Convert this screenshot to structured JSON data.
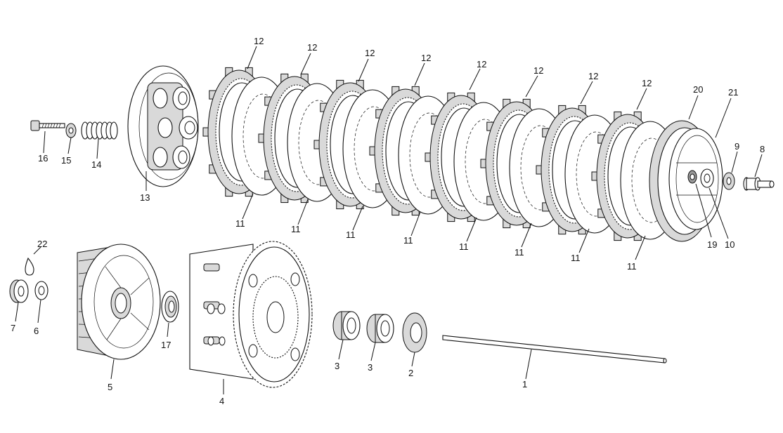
{
  "diagram": {
    "callouts": [
      {
        "id": "c16",
        "text": "16"
      },
      {
        "id": "c15",
        "text": "15"
      },
      {
        "id": "c14",
        "text": "14"
      },
      {
        "id": "c13",
        "text": "13"
      },
      {
        "id": "c12a",
        "text": "12"
      },
      {
        "id": "c12b",
        "text": "12"
      },
      {
        "id": "c12c",
        "text": "12"
      },
      {
        "id": "c12d",
        "text": "12"
      },
      {
        "id": "c12e",
        "text": "12"
      },
      {
        "id": "c12f",
        "text": "12"
      },
      {
        "id": "c12g",
        "text": "12"
      },
      {
        "id": "c12h",
        "text": "12"
      },
      {
        "id": "c11a",
        "text": "11"
      },
      {
        "id": "c11b",
        "text": "11"
      },
      {
        "id": "c11c",
        "text": "11"
      },
      {
        "id": "c11d",
        "text": "11"
      },
      {
        "id": "c11e",
        "text": "11"
      },
      {
        "id": "c11f",
        "text": "11"
      },
      {
        "id": "c11g",
        "text": "11"
      },
      {
        "id": "c11h",
        "text": "11"
      },
      {
        "id": "c20",
        "text": "20"
      },
      {
        "id": "c21",
        "text": "21"
      },
      {
        "id": "c9",
        "text": "9"
      },
      {
        "id": "c8",
        "text": "8"
      },
      {
        "id": "c19",
        "text": "19"
      },
      {
        "id": "c10",
        "text": "10"
      },
      {
        "id": "c22",
        "text": "22"
      },
      {
        "id": "c7",
        "text": "7"
      },
      {
        "id": "c6",
        "text": "6"
      },
      {
        "id": "c5",
        "text": "5"
      },
      {
        "id": "c17",
        "text": "17"
      },
      {
        "id": "c4",
        "text": "4"
      },
      {
        "id": "c3a",
        "text": "3"
      },
      {
        "id": "c3b",
        "text": "3"
      },
      {
        "id": "c2",
        "text": "2"
      },
      {
        "id": "c1",
        "text": "1"
      }
    ]
  }
}
